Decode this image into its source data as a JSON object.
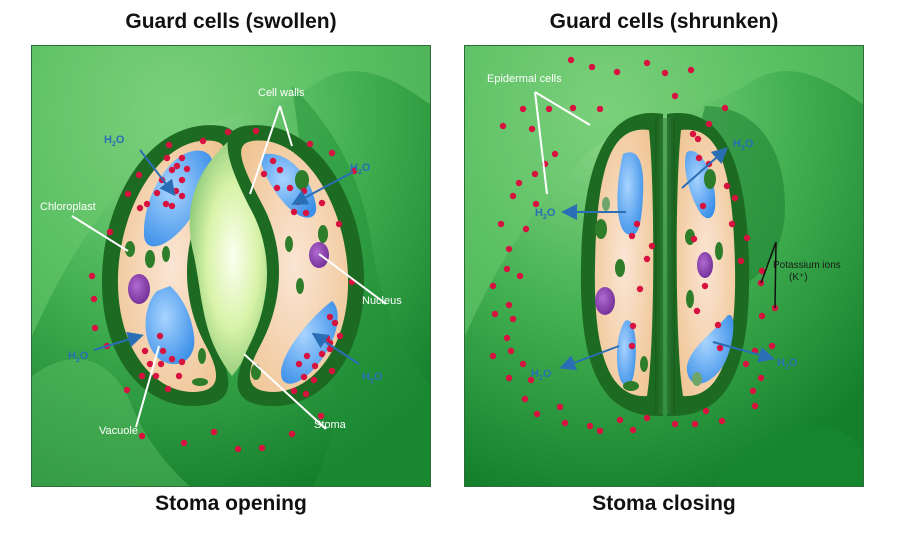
{
  "left": {
    "title": "Guard cells (swollen)",
    "caption": "Stoma opening",
    "labels": {
      "cell_walls": "Cell walls",
      "chloroplast": "Chloroplast",
      "nucleus": "Nucleus",
      "vacuole": "Vacuole",
      "stoma": "Stoma"
    },
    "water": {
      "H": "H",
      "sub": "2",
      "O": "O",
      "direction": "into guard cells"
    }
  },
  "right": {
    "title": "Guard cells (shrunken)",
    "caption": "Stoma closing",
    "labels": {
      "epidermal_cells": "Epidermal cells",
      "potassium_ions": "Potassium ions",
      "potassium_symbol": "(K⁺)"
    },
    "water": {
      "H": "H",
      "sub": "2",
      "O": "O",
      "direction": "out of guard cells"
    }
  },
  "colors": {
    "leaf_green": "#3fae4f",
    "guard_cell_wall": "#1d6b22",
    "cytoplasm": "#f2cc9a",
    "vacuole": "#4a9ff0",
    "nucleus": "#8a3fb0",
    "chloroplast": "#2e7d2a",
    "potassium_ion": "#d8123f",
    "water_arrow": "#2a6fb5",
    "stoma_pore": "#eaf9c8"
  }
}
